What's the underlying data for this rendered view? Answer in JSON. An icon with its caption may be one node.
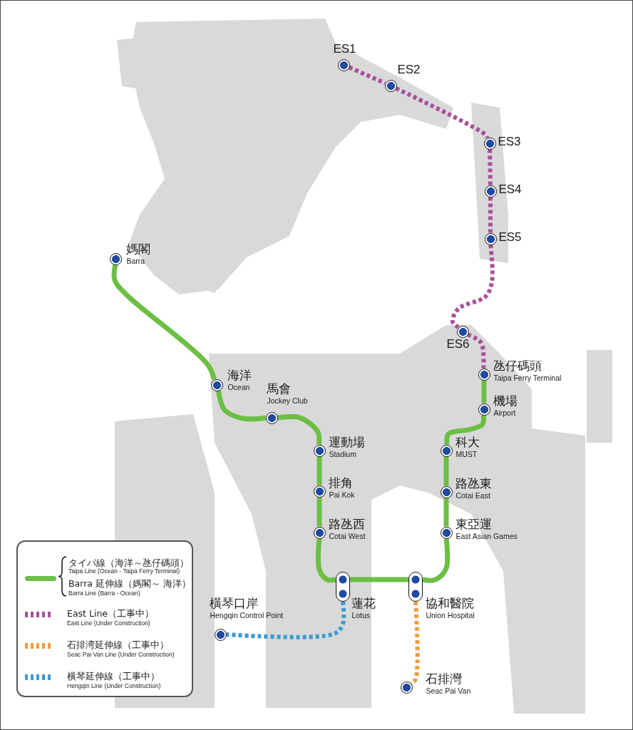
{
  "diagram": {
    "nodes": [
      {
        "text": [
          "ES1"
        ]
      },
      {
        "text": [
          "ES2"
        ]
      },
      {
        "text": [
          "ES3"
        ]
      },
      {
        "text": [
          "ES4"
        ]
      },
      {
        "text": [
          "ES5"
        ]
      },
      {
        "text": [
          "ES6"
        ]
      },
      {
        "text": [
          "媽閣",
          "Barra"
        ]
      },
      {
        "text": [
          "海洋",
          "Ocean"
        ]
      },
      {
        "text": [
          "馬會",
          "Jockey Club"
        ]
      },
      {
        "text": [
          "氹仔碼頭",
          "Taipa Ferry Terminal"
        ]
      },
      {
        "text": [
          "機場",
          "Airport"
        ]
      },
      {
        "text": [
          "運動場",
          "Stadium"
        ]
      },
      {
        "text": [
          "科大",
          "MUST"
        ]
      },
      {
        "text": [
          "排角",
          "Pai Kok"
        ]
      },
      {
        "text": [
          "路氹東",
          "Cotai East"
        ]
      },
      {
        "text": [
          "路氹西",
          "Cotai West"
        ]
      },
      {
        "text": [
          "東亞運",
          "East Asian Games"
        ]
      },
      {
        "text": [
          "橫琴口岸",
          "Hengqin Control Point"
        ]
      },
      {
        "text": [
          "蓮花",
          "Lotus"
        ]
      },
      {
        "text": [
          "協和醫院",
          "Union Hospital"
        ]
      },
      {
        "text": [
          "石排灣",
          "Seac Pai Van"
        ]
      }
    ],
    "edges": [
      {
        "from": 0,
        "to": 1,
        "arrow": "none",
        "style": "dashed",
        "color": "#a8509c"
      },
      {
        "from": 1,
        "to": 2,
        "arrow": "none",
        "style": "dashed",
        "color": "#a8509c"
      },
      {
        "from": 2,
        "to": 3,
        "arrow": "none",
        "style": "dashed",
        "color": "#a8509c"
      },
      {
        "from": 3,
        "to": 4,
        "arrow": "none",
        "style": "dashed",
        "color": "#a8509c"
      },
      {
        "from": 4,
        "to": 5,
        "arrow": "none",
        "style": "dashed",
        "color": "#a8509c"
      },
      {
        "from": 5,
        "to": 9,
        "arrow": "none",
        "style": "dashed",
        "color": "#a8509c"
      },
      {
        "from": 6,
        "to": 7,
        "arrow": "none"
      },
      {
        "from": 7,
        "to": 8,
        "arrow": "none"
      },
      {
        "from": 8,
        "to": 11,
        "arrow": "none"
      },
      {
        "from": 11,
        "to": 13,
        "arrow": "none"
      },
      {
        "from": 13,
        "to": 15,
        "arrow": "none"
      },
      {
        "from": 15,
        "to": 18,
        "arrow": "none"
      },
      {
        "from": 18,
        "to": 19,
        "arrow": "none"
      },
      {
        "from": 19,
        "to": 16,
        "arrow": "none"
      },
      {
        "from": 16,
        "to": 14,
        "arrow": "none"
      },
      {
        "from": 14,
        "to": 12,
        "arrow": "none"
      },
      {
        "from": 12,
        "to": 10,
        "arrow": "none"
      },
      {
        "from": 10,
        "to": 9,
        "arrow": "none"
      },
      {
        "from": 18,
        "to": 17,
        "arrow": "none",
        "style": "dashed",
        "color": "#3d9bcf"
      },
      {
        "from": 19,
        "to": 20,
        "arrow": "none",
        "style": "dashed",
        "color": "#f39a3e"
      }
    ],
    "legend": [
      {
        "text": "タイパ線（海洋～氹仔碼頭）",
        "color": "#6cbf44"
      },
      {
        "text": "Taipa Line (Ocean - Taipa Ferry Terminal)"
      },
      {
        "text": "Barra 延伸線（媽閣～ 海洋）"
      },
      {
        "text": "Barra Line (Barra - Ocean)"
      },
      {
        "text": "East Line（工事中）",
        "color": "#a8509c"
      },
      {
        "text": "East Line (Under Construction)"
      },
      {
        "text": "石排湾延伸線（工事中）",
        "color": "#f39a3e"
      },
      {
        "text": "Seac Pai Van Line (Under Construction)"
      },
      {
        "text": "横琴延伸線（工事中）",
        "color": "#3d9bcf"
      },
      {
        "text": "Hengqin Line (Under Construction)"
      }
    ]
  }
}
